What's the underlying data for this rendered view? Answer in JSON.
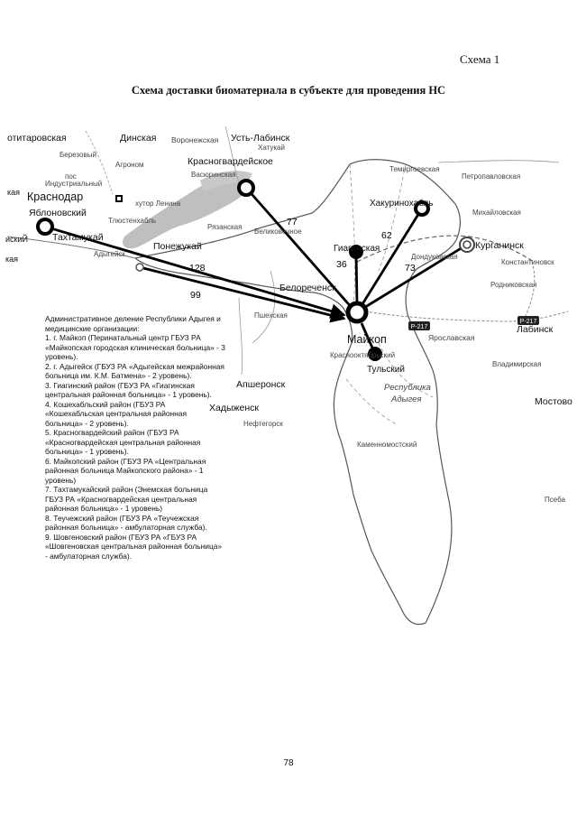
{
  "header": {
    "schema_label": "Схема 1",
    "title": "Схема доставки биоматериала в субъекте для проведения НС"
  },
  "map": {
    "places": {
      "otitarovskaya": "отитаровская",
      "dinskaya": "Динская",
      "voronezhskaya": "Воронежская",
      "ust_labinsk": "Усть-Лабинск",
      "khatukai": "Хатукай",
      "berezovy": "Березовый",
      "krasnogvardeyskoe": "Красногвардейское",
      "agronom": "Агроном",
      "vasyurinskaya": "Васюринская",
      "pos": "пос",
      "industrialny": "Индустриальный",
      "kaya": "кая",
      "krasnodar": "Краснодар",
      "khutor_lenina": "хутор Ленина",
      "yablonovsky": "Яблоновский",
      "tlyustenkhabl": "Тлюстенхабль",
      "riazanskaya": "Рязанская",
      "velikovechnoe": "Великовечное",
      "iskiy": "искиЙ",
      "takhtamukai": "Тахтамукай",
      "adygeysk": "Адыгейск",
      "ponezhukai": "Понежукай",
      "kaya2": "кая",
      "temirgoevskaya": "Темиргоевская",
      "petropavlovskaya": "Петропавловская",
      "khakurinokhabl": "Хакуринохабль",
      "mikhaylovskaya": "Михайловская",
      "giaginskaya": "Гиагинская",
      "kurganinsk": "Курганинск",
      "dondukovskaya": "Дондуковская",
      "konstantinovskaya": "Константиновск",
      "belorechensk": "Белореченск",
      "rodnikovskaya": "Родниковская",
      "pshekhskaya": "Пшехская",
      "maykop": "Майкоп",
      "yaroslavskaya": "Ярославская",
      "labinsk": "Лабинск",
      "krasnooktyabrskiy": "Краснооктябрьский",
      "tulskiy": "Тульский",
      "vladimirskaya": "Владимирская",
      "apsheronsk": "Апшеронск",
      "respublika": "Республика",
      "adygeya": "Адыгея",
      "khadyzhensk": "Хадыженск",
      "neftegorsk": "Нефтегорск",
      "mostovskoy": "Мостово",
      "kamennomostskiy": "Каменномостский",
      "psebai": "Псеба",
      "road_r217a": "Р-217",
      "road_r217b": "Р-217"
    },
    "distances": {
      "d77": "77",
      "d62": "62",
      "d36": "36",
      "d73": "73",
      "d128": "128",
      "d99": "99"
    }
  },
  "legend": {
    "intro": "Административное деление Республики Адыгея и медицинские организации:",
    "items": [
      "1. г. Майкоп (Перинатальный центр ГБУЗ РА «Майкопская городская клиническая больница» - 3 уровень).",
      "2. г. Адыгейск (ГБУЗ РА «Адыгейская межрайонная больница им. К.М. Батмена» - 2 уровень).",
      "3. Гиагинский район (ГБУЗ РА «Гиагинская центральная районная больница» - 1 уровень).",
      "4. Кошехабльский район (ГБУЗ РА «Кошехабльская центральная районная больница» - 2 уровень).",
      "5. Красногвардейский район (ГБУЗ РА «Красногвардейская центральная районная больница» - 1 уровень).",
      "6. Майкопский район (ГБУЗ РА «Центральная районная больница Майкопского района» - 1 уровень)",
      "7. Тахтамукайский район (Энемская больница ГБУЗ РА «Красногвардейская центральная районная больница» - 1 уровень)",
      "8. Теучежский район (ГБУЗ РА «Теучежская районная больница» - амбулаторная служба).",
      "9. Шовгеновский район (ГБУЗ РА «ГБУЗ РА «Шовгеновская центральная районная больница» - амбулаторная служба)."
    ]
  },
  "footer": {
    "page_number": "78"
  }
}
